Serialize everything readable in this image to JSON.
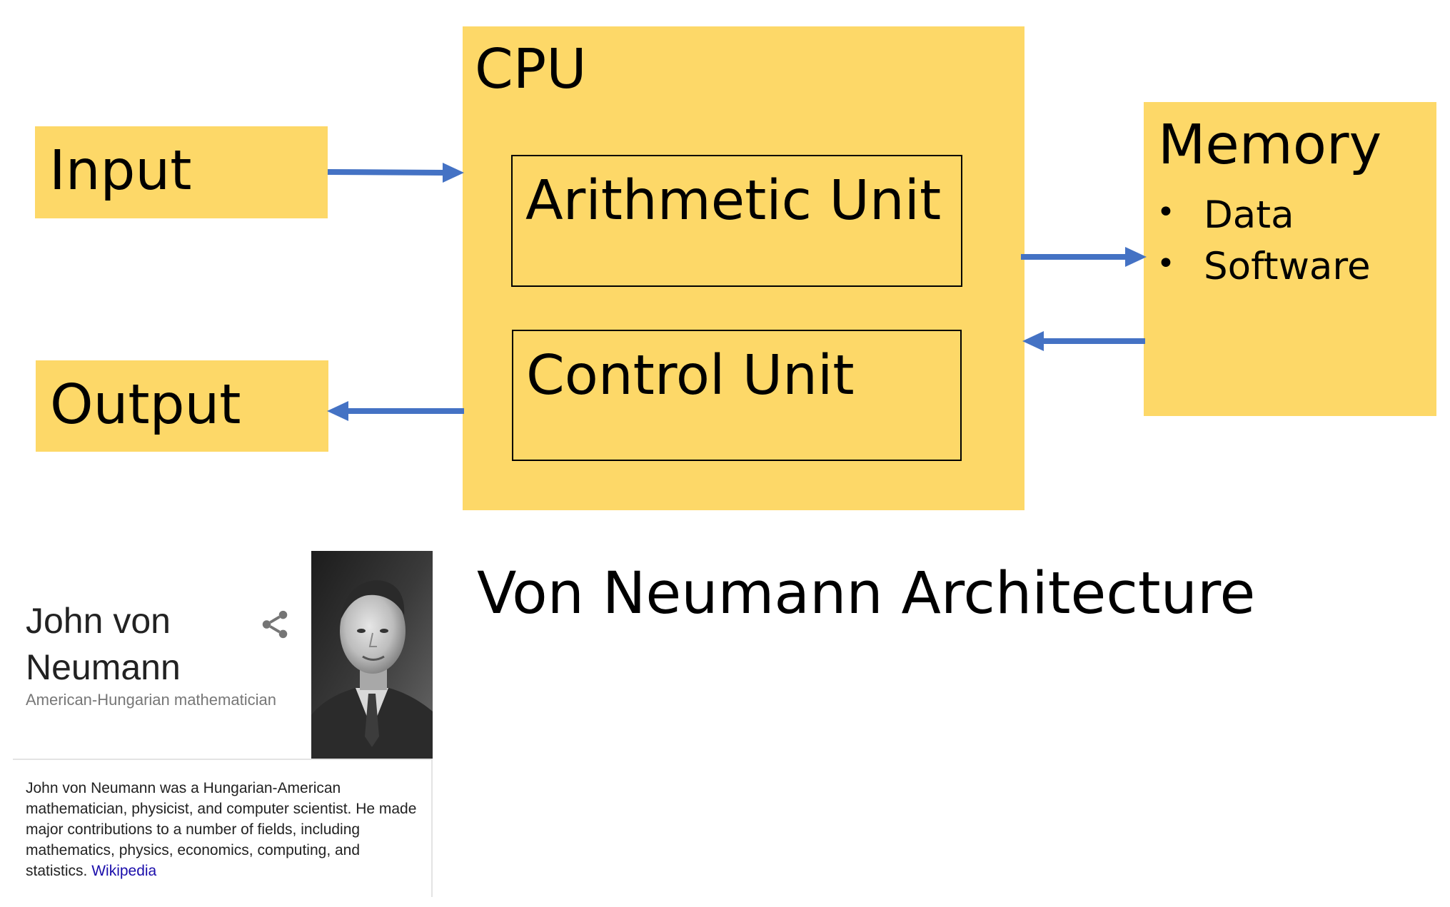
{
  "diagram": {
    "title": "Von Neumann Architecture",
    "input_label": "Input",
    "output_label": "Output",
    "cpu_label": "CPU",
    "arithmetic_unit_label": "Arithmetic Unit",
    "control_unit_label": "Control Unit",
    "memory_label": "Memory",
    "memory_items": [
      "Data",
      "Software"
    ],
    "bullet": "•",
    "colors": {
      "box_fill": "#FDD868",
      "arrow": "#4472C4",
      "unit_border": "#000000"
    }
  },
  "card": {
    "name": "John von Neumann",
    "subtitle": "American-Hungarian mathematician",
    "description": "John von Neumann was a Hungarian-American mathematician, physicist, and computer scientist. He made major contributions to a number of fields, including mathematics, physics, economics, computing, and statistics.",
    "source_label": "Wikipedia",
    "share_icon": "share-icon",
    "photo_icon": "portrait-photo",
    "colors": {
      "link": "#1a0dab",
      "subtitle": "#777777",
      "text": "#222222",
      "divider": "#e3e3e3"
    }
  }
}
